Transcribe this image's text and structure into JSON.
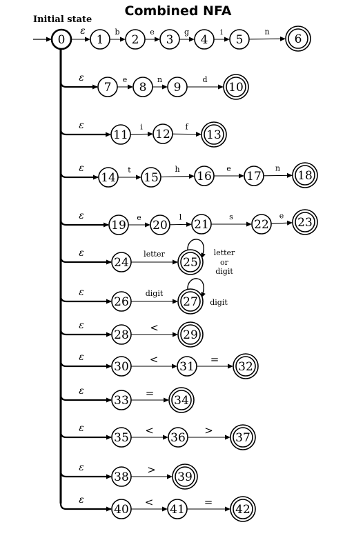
{
  "title": "Combined NFA",
  "initial_label": "Initial state",
  "start_state": "0",
  "epsilon": "ε",
  "states": [
    {
      "id": "0",
      "final": false
    },
    {
      "id": "1",
      "final": false
    },
    {
      "id": "2",
      "final": false
    },
    {
      "id": "3",
      "final": false
    },
    {
      "id": "4",
      "final": false
    },
    {
      "id": "5",
      "final": false
    },
    {
      "id": "6",
      "final": true
    },
    {
      "id": "7",
      "final": false
    },
    {
      "id": "8",
      "final": false
    },
    {
      "id": "9",
      "final": false
    },
    {
      "id": "10",
      "final": true
    },
    {
      "id": "11",
      "final": false
    },
    {
      "id": "12",
      "final": false
    },
    {
      "id": "13",
      "final": true
    },
    {
      "id": "14",
      "final": false
    },
    {
      "id": "15",
      "final": false
    },
    {
      "id": "16",
      "final": false
    },
    {
      "id": "17",
      "final": false
    },
    {
      "id": "18",
      "final": true
    },
    {
      "id": "19",
      "final": false
    },
    {
      "id": "20",
      "final": false
    },
    {
      "id": "21",
      "final": false
    },
    {
      "id": "22",
      "final": false
    },
    {
      "id": "23",
      "final": true
    },
    {
      "id": "24",
      "final": false
    },
    {
      "id": "25",
      "final": true
    },
    {
      "id": "26",
      "final": false
    },
    {
      "id": "27",
      "final": true
    },
    {
      "id": "28",
      "final": false
    },
    {
      "id": "29",
      "final": true
    },
    {
      "id": "30",
      "final": false
    },
    {
      "id": "31",
      "final": false
    },
    {
      "id": "32",
      "final": true
    },
    {
      "id": "33",
      "final": false
    },
    {
      "id": "34",
      "final": true
    },
    {
      "id": "35",
      "final": false
    },
    {
      "id": "36",
      "final": false
    },
    {
      "id": "37",
      "final": true
    },
    {
      "id": "38",
      "final": false
    },
    {
      "id": "39",
      "final": true
    },
    {
      "id": "40",
      "final": false
    },
    {
      "id": "41",
      "final": false
    },
    {
      "id": "42",
      "final": true
    }
  ],
  "transitions": [
    {
      "from": "0",
      "to": "1",
      "label": "ε"
    },
    {
      "from": "1",
      "to": "2",
      "label": "b"
    },
    {
      "from": "2",
      "to": "3",
      "label": "e"
    },
    {
      "from": "3",
      "to": "4",
      "label": "g"
    },
    {
      "from": "4",
      "to": "5",
      "label": "i"
    },
    {
      "from": "5",
      "to": "6",
      "label": "n"
    },
    {
      "from": "0",
      "to": "7",
      "label": "ε"
    },
    {
      "from": "7",
      "to": "8",
      "label": "e"
    },
    {
      "from": "8",
      "to": "9",
      "label": "n"
    },
    {
      "from": "9",
      "to": "10",
      "label": "d"
    },
    {
      "from": "0",
      "to": "11",
      "label": "ε"
    },
    {
      "from": "11",
      "to": "12",
      "label": "i"
    },
    {
      "from": "12",
      "to": "13",
      "label": "f"
    },
    {
      "from": "0",
      "to": "14",
      "label": "ε"
    },
    {
      "from": "14",
      "to": "15",
      "label": "t"
    },
    {
      "from": "15",
      "to": "16",
      "label": "h"
    },
    {
      "from": "16",
      "to": "17",
      "label": "e"
    },
    {
      "from": "17",
      "to": "18",
      "label": "n"
    },
    {
      "from": "0",
      "to": "19",
      "label": "ε"
    },
    {
      "from": "19",
      "to": "20",
      "label": "e"
    },
    {
      "from": "20",
      "to": "21",
      "label": "l"
    },
    {
      "from": "21",
      "to": "22",
      "label": "s"
    },
    {
      "from": "22",
      "to": "23",
      "label": "e"
    },
    {
      "from": "0",
      "to": "24",
      "label": "ε"
    },
    {
      "from": "24",
      "to": "25",
      "label": "letter"
    },
    {
      "from": "25",
      "to": "25",
      "label": "letter or digit"
    },
    {
      "from": "0",
      "to": "26",
      "label": "ε"
    },
    {
      "from": "26",
      "to": "27",
      "label": "digit"
    },
    {
      "from": "27",
      "to": "27",
      "label": "digit"
    },
    {
      "from": "0",
      "to": "28",
      "label": "ε"
    },
    {
      "from": "28",
      "to": "29",
      "label": "<"
    },
    {
      "from": "0",
      "to": "30",
      "label": "ε"
    },
    {
      "from": "30",
      "to": "31",
      "label": "<"
    },
    {
      "from": "31",
      "to": "32",
      "label": "="
    },
    {
      "from": "0",
      "to": "33",
      "label": "ε"
    },
    {
      "from": "33",
      "to": "34",
      "label": "="
    },
    {
      "from": "0",
      "to": "35",
      "label": "ε"
    },
    {
      "from": "35",
      "to": "36",
      "label": "<"
    },
    {
      "from": "36",
      "to": "37",
      "label": ">"
    },
    {
      "from": "0",
      "to": "38",
      "label": "ε"
    },
    {
      "from": "38",
      "to": "39",
      "label": ">"
    },
    {
      "from": "0",
      "to": "40",
      "label": "ε"
    },
    {
      "from": "40",
      "to": "41",
      "label": "<"
    },
    {
      "from": "41",
      "to": "42",
      "label": "="
    }
  ],
  "loop_labels": {
    "s25_line1": "letter",
    "s25_line2": "or",
    "s25_line3": "digit",
    "s27": "digit"
  }
}
